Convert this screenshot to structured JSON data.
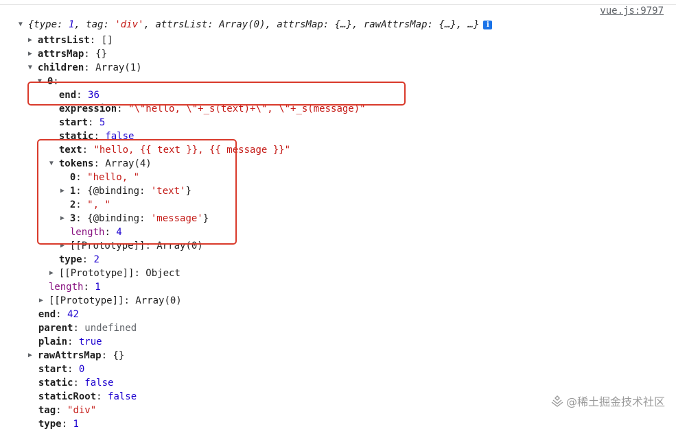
{
  "console": {
    "source_link": "vue.js:9797",
    "summary": {
      "prefix": "{",
      "type_key": "type",
      "type_val": "1",
      "tag_key": "tag",
      "tag_val": "'div'",
      "attrsList_key": "attrsList",
      "attrsList_val": "Array(0)",
      "attrsMap_key": "attrsMap",
      "attrsMap_val": "{…}",
      "rawAttrsMap_key": "rawAttrsMap",
      "rawAttrsMap_val": "{…}",
      "suffix": "…}"
    },
    "info_icon": "i",
    "rows": {
      "attrsList": {
        "key": "attrsList",
        "val": "[]"
      },
      "attrsMap": {
        "key": "attrsMap",
        "val": "{}"
      },
      "children": {
        "key": "children",
        "val": "Array(1)"
      },
      "child0": {
        "key": "0",
        "val": ""
      },
      "end": {
        "key": "end",
        "val": "36"
      },
      "expression": {
        "key": "expression",
        "val": "\"\\\"hello, \\\"+_s(text)+\\\", \\\"+_s(message)\""
      },
      "start": {
        "key": "start",
        "val": "5"
      },
      "static": {
        "key": "static",
        "val": "false"
      },
      "text": {
        "key": "text",
        "val": "\"hello, {{ text }}, {{ message }}\""
      },
      "tokens": {
        "key": "tokens",
        "val": "Array(4)"
      },
      "tok0": {
        "key": "0",
        "val": "\"hello, \""
      },
      "tok1": {
        "key": "1",
        "val_prefix": "{@binding: ",
        "val_str": "'text'",
        "val_suffix": "}"
      },
      "tok2": {
        "key": "2",
        "val": "\", \""
      },
      "tok3": {
        "key": "3",
        "val_prefix": "{@binding: ",
        "val_str": "'message'",
        "val_suffix": "}"
      },
      "tokLength": {
        "key": "length",
        "val": "4"
      },
      "tokProto": {
        "key": "[[Prototype]]",
        "val": "Array(0)"
      },
      "type": {
        "key": "type",
        "val": "2"
      },
      "childProto": {
        "key": "[[Prototype]]",
        "val": "Object"
      },
      "childrenLength": {
        "key": "length",
        "val": "1"
      },
      "childrenProto": {
        "key": "[[Prototype]]",
        "val": "Array(0)"
      },
      "rootEnd": {
        "key": "end",
        "val": "42"
      },
      "parent": {
        "key": "parent",
        "val": "undefined"
      },
      "plain": {
        "key": "plain",
        "val": "true"
      },
      "rawAttrsMap": {
        "key": "rawAttrsMap",
        "val": "{}"
      },
      "rootStart": {
        "key": "start",
        "val": "0"
      },
      "rootStatic": {
        "key": "static",
        "val": "false"
      },
      "staticRoot": {
        "key": "staticRoot",
        "val": "false"
      },
      "tag": {
        "key": "tag",
        "val": "\"div\""
      },
      "rootType": {
        "key": "type",
        "val": "1"
      }
    }
  },
  "watermark": {
    "text": "@稀土掘金技术社区"
  },
  "colors": {
    "string": "#c41a16",
    "number": "#1c00cf",
    "highlight_box": "#d93a2b",
    "info_icon": "#1a73e8"
  }
}
